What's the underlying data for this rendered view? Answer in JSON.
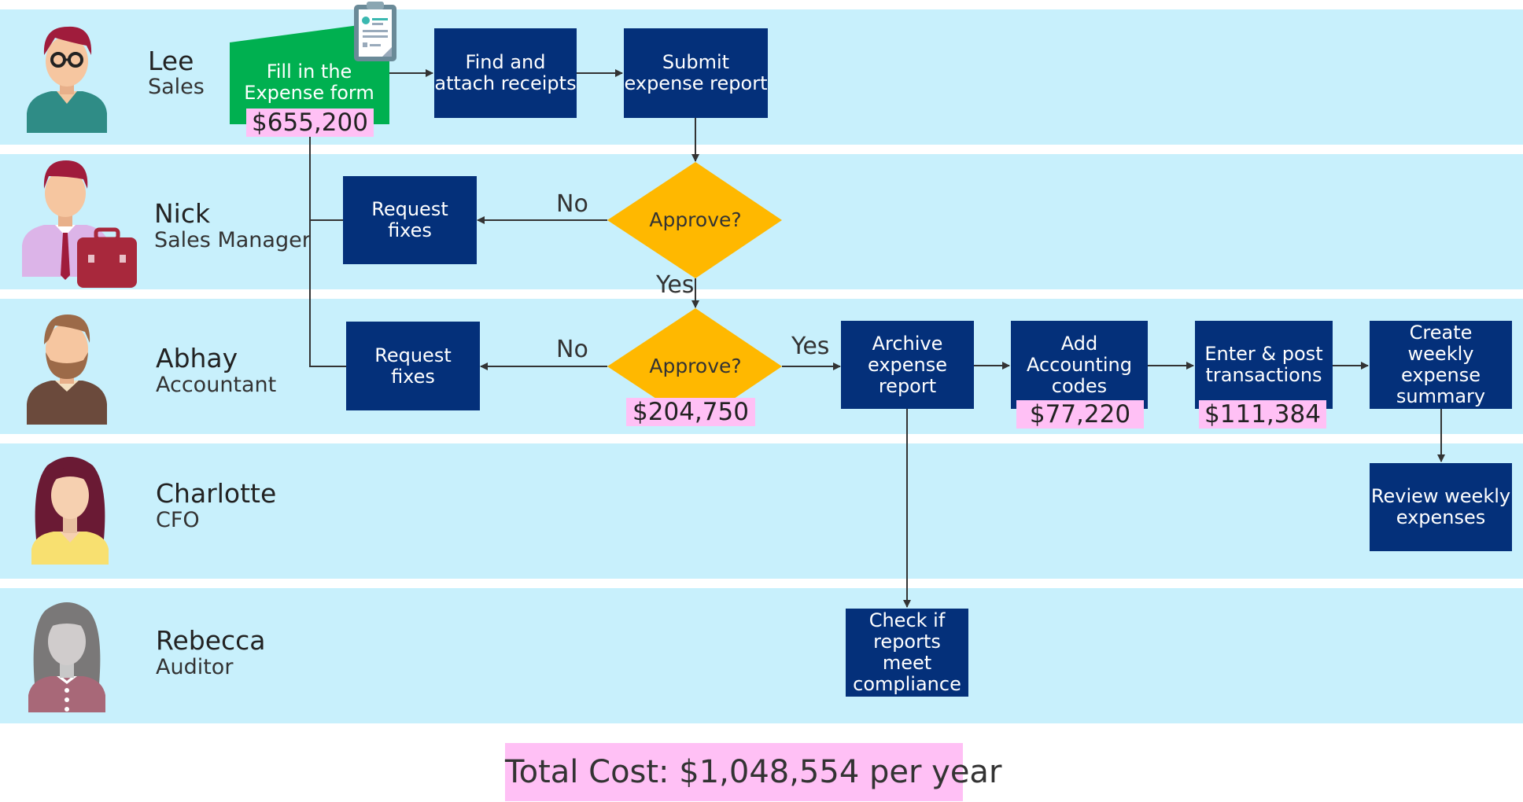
{
  "lanes": [
    {
      "name": "Lee",
      "role": "Sales",
      "avatar_icon": "glasses-man-avatar-icon"
    },
    {
      "name": "Nick",
      "role": "Sales Manager",
      "avatar_icon": "manager-briefcase-avatar-icon"
    },
    {
      "name": "Abhay",
      "role": "Accountant",
      "avatar_icon": "bearded-man-avatar-icon"
    },
    {
      "name": "Charlotte",
      "role": "CFO",
      "avatar_icon": "woman-avatar-icon"
    },
    {
      "name": "Rebecca",
      "role": "Auditor",
      "avatar_icon": "gray-woman-avatar-icon"
    }
  ],
  "steps": {
    "fill_form": "Fill in the\nExpense form",
    "find_receipts": "Find and\nattach receipts",
    "submit_report": "Submit\nexpense report",
    "nick_request_fixes": "Request\nfixes",
    "nick_approve": "Approve?",
    "abhay_request_fixes": "Request\nfixes",
    "abhay_approve": "Approve?",
    "archive_report": "Archive\nexpense report",
    "add_codes": "Add\nAccounting\ncodes",
    "enter_post": "Enter & post\ntransactions",
    "create_summary": "Create\nweekly expense\nsummary",
    "review_weekly": "Review weekly\nexpenses",
    "check_compliance": "Check if\nreports\nmeet\ncompliance"
  },
  "edge_labels": {
    "nick_no": "No",
    "nick_yes": "Yes",
    "abhay_no": "No",
    "abhay_yes": "Yes"
  },
  "costs": {
    "fill_form": "$655,200",
    "abhay_approve": "$204,750",
    "add_codes": "$77,220",
    "enter_post": "$111,384"
  },
  "total": "Total Cost: $1,048,554 per year",
  "icons": {
    "form": "clipboard-form-icon"
  },
  "colors": {
    "lane_bg": "#c8f0fc",
    "process_box": "#04307a",
    "decision": "#ffb800",
    "form_step": "#00b050",
    "cost_highlight": "#ffc0f5"
  }
}
